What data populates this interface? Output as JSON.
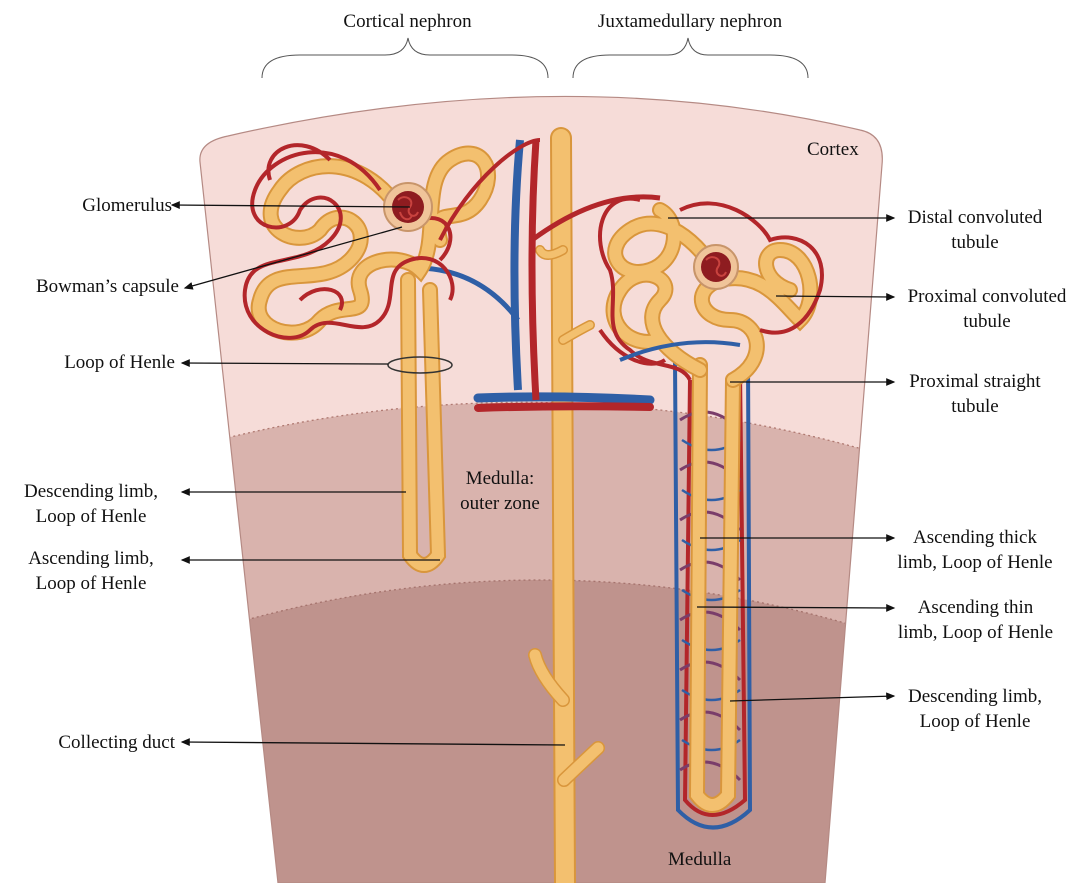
{
  "headers": {
    "cortical": "Cortical nephron",
    "juxtamedullary": "Juxtamedullary nephron"
  },
  "regions": {
    "cortex": "Cortex",
    "outer_zone_1": "Medulla:",
    "outer_zone_2": "outer zone",
    "medulla": "Medulla"
  },
  "left_labels": {
    "glomerulus": "Glomerulus",
    "bowmans_capsule": "Bowman’s capsule",
    "loop_of_henle": "Loop of Henle",
    "descending_1": "Descending limb,",
    "descending_2": "Loop of Henle",
    "ascending_1": "Ascending limb,",
    "ascending_2": "Loop of Henle",
    "collecting_duct": "Collecting duct"
  },
  "right_labels": {
    "dct_1": "Distal convoluted",
    "dct_2": "tubule",
    "pct_1": "Proximal convoluted",
    "pct_2": "tubule",
    "pst_1": "Proximal straight",
    "pst_2": "tubule",
    "thick_1": "Ascending thick",
    "thick_2": "limb, Loop of Henle",
    "thin_1": "Ascending thin",
    "thin_2": "limb, Loop of Henle",
    "desc_1": "Descending limb,",
    "desc_2": "Loop of Henle"
  },
  "colors": {
    "cortex": "#f6dcd8",
    "outer_medulla": "#d9b3ad",
    "inner_medulla": "#bf938d",
    "tubule": "#f3c06f",
    "tubule_edge": "#d9963c",
    "artery": "#b3262a",
    "vein": "#2f5fa6",
    "glomerulus": "#8e1c20"
  }
}
